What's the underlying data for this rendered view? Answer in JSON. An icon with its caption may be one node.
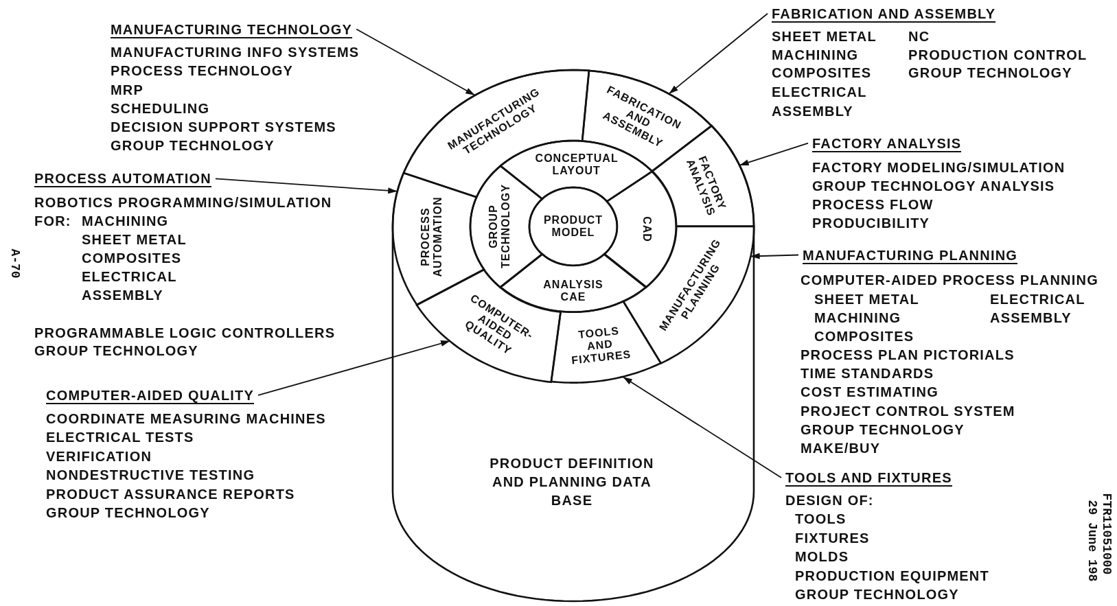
{
  "diagram": {
    "nodes": [
      {
        "text": [
          "MANUFACTURING TECHNOLOGY",
          "MANUFACTURING INFO SYSTEMS",
          "PROCESS TECHNOLOGY",
          "MRP",
          "SCHEDULING",
          "DECISION SUPPORT SYSTEMS",
          "GROUP TECHNOLOGY"
        ]
      },
      {
        "text": [
          "FABRICATION AND ASSEMBLY",
          "SHEET METAL",
          "NC",
          "MACHINING",
          "PRODUCTION CONTROL",
          "COMPOSITES",
          "GROUP TECHNOLOGY",
          "ELECTRICAL",
          "ASSEMBLY"
        ]
      },
      {
        "text": [
          "PROCESS AUTOMATION",
          "ROBOTICS PROGRAMMING/SIMULATION",
          "FOR:",
          "MACHINING",
          "SHEET METAL",
          "COMPOSITES",
          "ELECTRICAL",
          "ASSEMBLY",
          "PROGRAMMABLE LOGIC CONTROLLERS",
          "GROUP TECHNOLOGY"
        ]
      },
      {
        "text": [
          "FACTORY ANALYSIS",
          "FACTORY MODELING/SIMULATION",
          "GROUP TECHNOLOGY ANALYSIS",
          "PROCESS FLOW",
          "PRODUCIBILITY"
        ]
      },
      {
        "text": [
          "MANUFACTURING PLANNING",
          "COMPUTER-AIDED PROCESS PLANNING",
          "SHEET METAL",
          "ELECTRICAL",
          "MACHINING",
          "ASSEMBLY",
          "COMPOSITES",
          "PROCESS PLAN PICTORIALS",
          "TIME STANDARDS",
          "COST ESTIMATING",
          "PROJECT CONTROL SYSTEM",
          "GROUP TECHNOLOGY",
          "MAKE/BUY"
        ]
      },
      {
        "text": [
          "COMPUTER-AIDED QUALITY",
          "COORDINATE MEASURING MACHINES",
          "ELECTRICAL TESTS",
          "VERIFICATION",
          "NONDESTRUCTIVE TESTING",
          "PRODUCT ASSURANCE REPORTS",
          "GROUP TECHNOLOGY"
        ]
      },
      {
        "text": [
          "TOOLS AND FIXTURES",
          "DESIGN OF:",
          "TOOLS",
          "FIXTURES",
          "MOLDS",
          "PRODUCTION EQUIPMENT",
          "GROUP TECHNOLOGY"
        ]
      },
      {
        "text": [
          "PRODUCT DEFINITION AND PLANNING DATA BASE"
        ]
      },
      {
        "text": [
          "MANUFACTURING TECHNOLOGY"
        ],
        "in": 7
      },
      {
        "text": [
          "FABRICATION AND ASSEMBLY"
        ],
        "in": 7
      },
      {
        "text": [
          "FACTORY ANALYSIS"
        ],
        "in": 7
      },
      {
        "text": [
          "MANUFACTURING PLANNING"
        ],
        "in": 7
      },
      {
        "text": [
          "TOOLS AND FIXTURES"
        ],
        "in": 7
      },
      {
        "text": [
          "COMPUTER-AIDED QUALITY"
        ],
        "in": 7
      },
      {
        "text": [
          "PROCESS AUTOMATION"
        ],
        "in": 7
      },
      {
        "text": [
          "CONCEPTUAL LAYOUT"
        ],
        "in": 7
      },
      {
        "text": [
          "CAD"
        ],
        "in": 7
      },
      {
        "text": [
          "ANALYSIS CAE"
        ],
        "in": 7
      },
      {
        "text": [
          "GROUP TECHNOLOGY"
        ],
        "in": 7
      },
      {
        "text": [
          "PRODUCT MODEL"
        ],
        "in": 7
      }
    ],
    "edges": [
      {
        "from": 0,
        "to": 8,
        "arrow": "to"
      },
      {
        "from": 1,
        "to": 9,
        "arrow": "to"
      },
      {
        "from": 2,
        "to": 14,
        "arrow": "to"
      },
      {
        "from": 3,
        "to": 10,
        "arrow": "to"
      },
      {
        "from": 4,
        "to": 11,
        "arrow": "to"
      },
      {
        "from": 5,
        "to": 13,
        "arrow": "to"
      },
      {
        "from": 6,
        "to": 12,
        "arrow": "to"
      }
    ],
    "labels": [
      "A-70",
      "FTR11051000",
      "29 June 198"
    ]
  }
}
